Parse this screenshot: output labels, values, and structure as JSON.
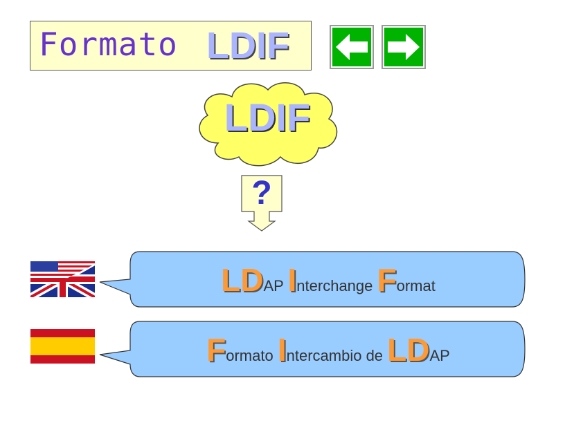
{
  "title": {
    "word": "Formato",
    "acronym": "LDIF"
  },
  "nav": {
    "prev_icon": "arrow-left-icon",
    "next_icon": "arrow-right-icon"
  },
  "cloud": {
    "text": "LDIF"
  },
  "question": {
    "text": "?"
  },
  "english": {
    "flag_icon": "us-uk-flag-icon",
    "parts": [
      {
        "big": "LD",
        "small": "AP "
      },
      {
        "big": "I",
        "small": "nterchange "
      },
      {
        "big": "F",
        "small": "ormat"
      }
    ]
  },
  "spanish": {
    "flag_icon": "spain-flag-icon",
    "parts": [
      {
        "big": "F",
        "small": "ormato "
      },
      {
        "big": "I",
        "small": "ntercambio de "
      },
      {
        "big": "LD",
        "small": "AP"
      }
    ]
  },
  "colors": {
    "title_bg": "#ffffcc",
    "accent_violet": "#6633cc",
    "bubble": "#99ccff",
    "orange": "#ff9933",
    "cloud": "#ffff66",
    "nav_green": "#00b300"
  }
}
